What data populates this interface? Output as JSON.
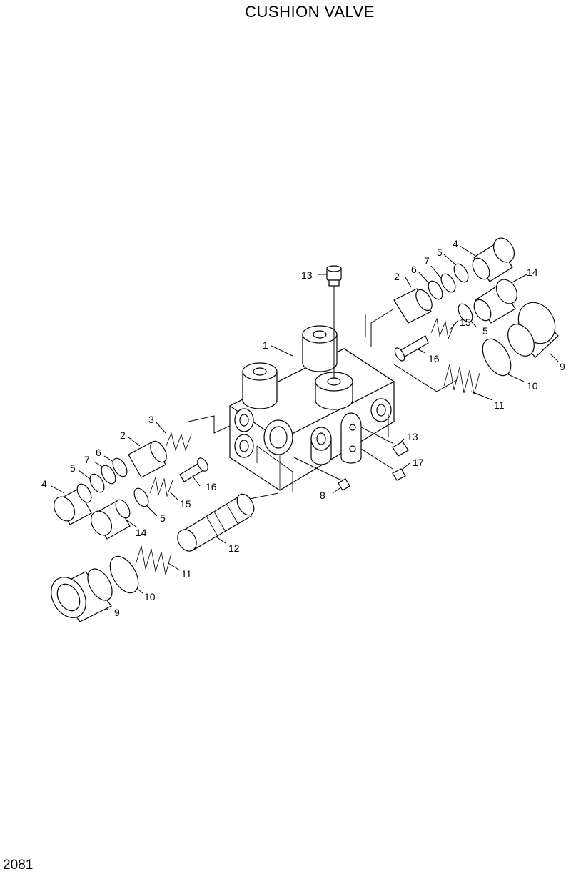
{
  "title": "CUSHION VALVE",
  "page_number": "2081",
  "callouts": {
    "c13a": "13",
    "c2a": "2",
    "c6a": "6",
    "c7a": "7",
    "c5a": "5",
    "c4a": "4",
    "c14a": "14",
    "c5b": "5",
    "c15a": "15",
    "c16a": "16",
    "c9a": "9",
    "c10a": "10",
    "c11a": "11",
    "c1": "1",
    "c3": "3",
    "c2b": "2",
    "c7b": "7",
    "c6b": "6",
    "c5c": "5",
    "c4b": "4",
    "c16b": "16",
    "c15b": "15",
    "c5d": "5",
    "c14b": "14",
    "c13b": "13",
    "c17": "17",
    "c8": "8",
    "c12": "12",
    "c11b": "11",
    "c10b": "10",
    "c9b": "9"
  }
}
